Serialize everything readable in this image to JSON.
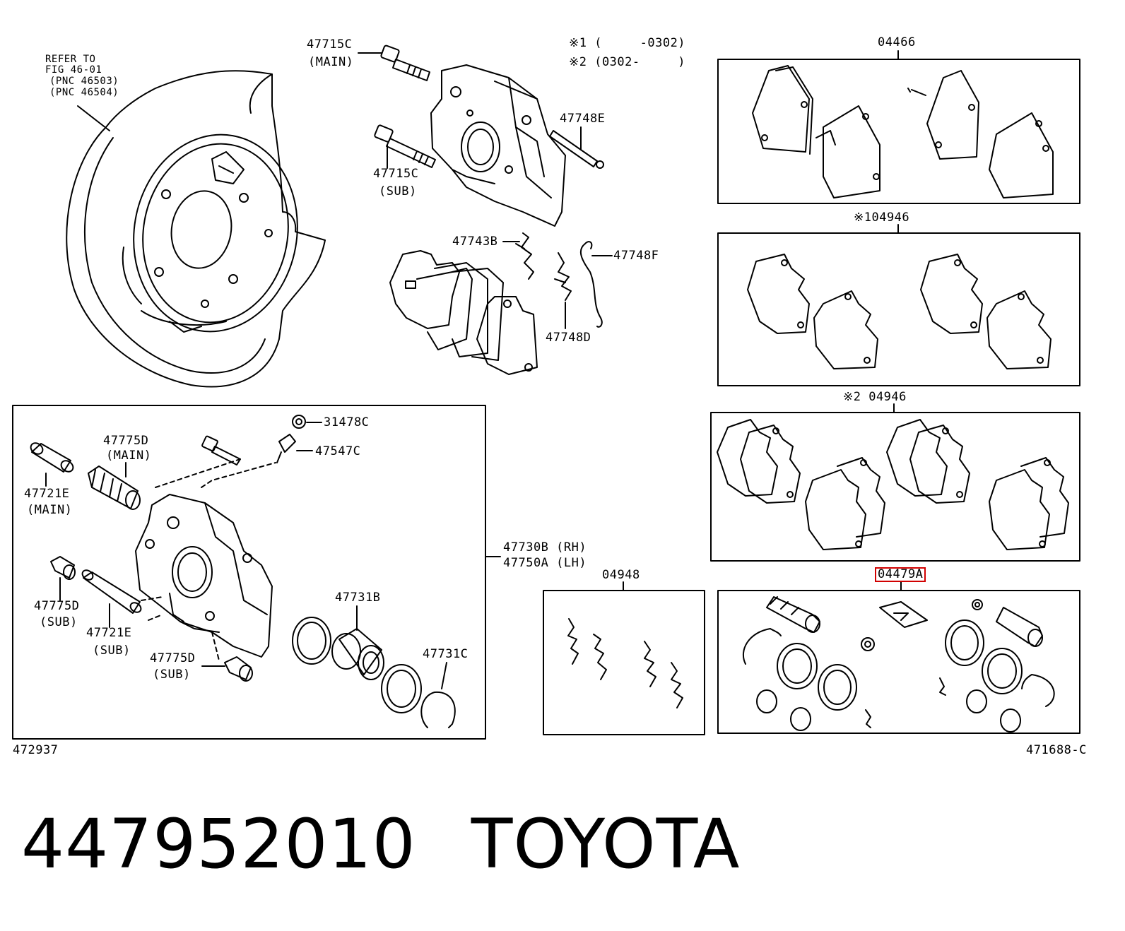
{
  "labels": {
    "refer_1": "REFER TO",
    "refer_2": "FIG 46-01",
    "refer_3": "(PNC 46503)",
    "refer_4": "(PNC 46504)",
    "p47715c_main": "47715C",
    "main_1": "(MAIN)",
    "note1": "※1 (     -0302)",
    "note2": "※2 (0302-     )",
    "p47748e": "47748E",
    "p47715c_sub": "47715C",
    "sub_1": "(SUB)",
    "p47743b": "47743B",
    "p47748f": "47748F",
    "p47748d": "47748D",
    "p04466": "04466",
    "p04946_1": "※104946",
    "p04946_2": "※2 04946",
    "p31478c": "31478C",
    "p47547c": "47547C",
    "p47775d_main": "47775D",
    "main_2": "(MAIN)",
    "p47721e_main": "47721E",
    "main_3": "(MAIN)",
    "p47730b": "47730B (RH)",
    "p47750a": "47750A (LH)",
    "p47775d_sub1": "47775D",
    "sub_2": "(SUB)",
    "p47721e_sub": "47721E",
    "sub_3": "(SUB)",
    "p47731b": "47731B",
    "p47775d_sub2": "47775D",
    "sub_4": "(SUB)",
    "p47731c": "47731C",
    "p04948": "04948",
    "p04479a": "04479A",
    "code_left": "472937",
    "code_right": "471688-C"
  },
  "footer": {
    "part_number": "447952010",
    "brand": "TOYOTA"
  },
  "colors": {
    "line": "#000000",
    "highlight": "#d10000",
    "background": "#ffffff"
  }
}
